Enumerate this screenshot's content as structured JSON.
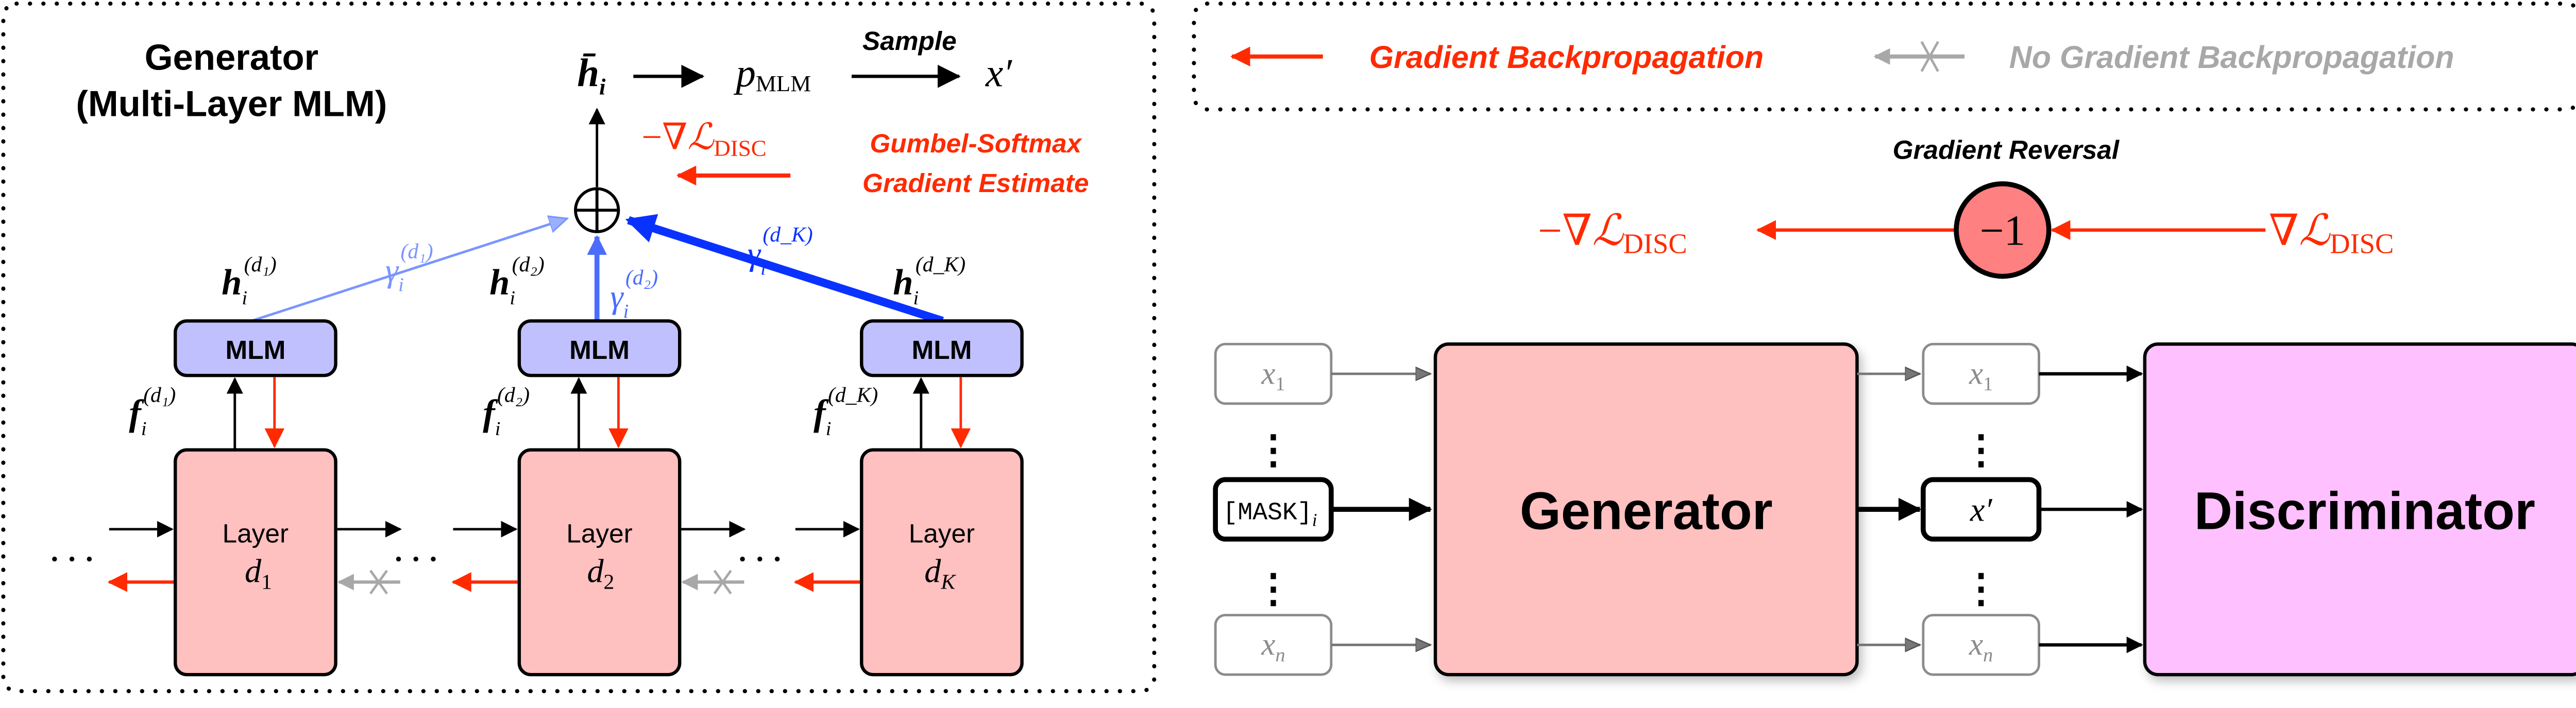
{
  "colors": {
    "gradient": "#ff2a00",
    "no_gradient": "#a8a8a8",
    "mlm_fill": "#c0c0ff",
    "layer_fill": "#ffc0c0",
    "generator_fill": "#ffc0c0",
    "discriminator_fill": "#ffc0ff",
    "reversal_fill": "#ff8080",
    "gamma_light": "#7a95ff",
    "gamma_mid": "#4a6cff",
    "gamma_strong": "#0a32ff",
    "token_gray": "#8c8c8c"
  },
  "left_panel": {
    "title_line1": "Generator",
    "title_line2": "(Multi-Layer MLM)",
    "top_flow": {
      "h_bar": "h̄",
      "h_bar_sub": "i",
      "p": "p",
      "p_sub": "MLM",
      "sample_label": "Sample",
      "x_prime": "x′"
    },
    "neg_grad": {
      "prefix": "−∇",
      "L": "ℒ",
      "sub": "DISC"
    },
    "gumbel_line1": "Gumbel-Softmax",
    "gumbel_line2": "Gradient Estimate",
    "sum_symbol": "⊕",
    "columns": [
      {
        "layer_word": "Layer",
        "layer_var": "d",
        "layer_sub": "1",
        "mlm_label": "MLM",
        "h": "h",
        "h_sub": "i",
        "h_sup": "(d₁)",
        "f": "f",
        "f_sub": "i",
        "f_sup": "(d₁)",
        "gamma": "γ",
        "gamma_sub": "i",
        "gamma_sup": "(d₁)"
      },
      {
        "layer_word": "Layer",
        "layer_var": "d",
        "layer_sub": "2",
        "mlm_label": "MLM",
        "h": "h",
        "h_sub": "i",
        "h_sup": "(d₂)",
        "f": "f",
        "f_sub": "i",
        "f_sup": "(d₂)",
        "gamma": "γ",
        "gamma_sub": "i",
        "gamma_sup": "(d₂)"
      },
      {
        "layer_word": "Layer",
        "layer_var": "d",
        "layer_sub": "K",
        "mlm_label": "MLM",
        "h": "h",
        "h_sub": "i",
        "h_sup": "(d_K)",
        "f": "f",
        "f_sub": "i",
        "f_sup": "(d_K)",
        "gamma": "γ",
        "gamma_sub": "i",
        "gamma_sup": "(d_K)"
      }
    ],
    "ellipsis": "· · ·"
  },
  "legend": {
    "gradient_label": "Gradient Backpropagation",
    "no_gradient_label": "No Gradient Backpropagation"
  },
  "right_panel": {
    "reversal_title": "Gradient Reversal",
    "reversal_value": "−1",
    "left_grad": {
      "prefix": "−∇",
      "L": "ℒ",
      "sub": "DISC"
    },
    "right_grad": {
      "prefix": "∇",
      "L": "ℒ",
      "sub": "DISC"
    },
    "generator_label": "Generator",
    "discriminator_label": "Discriminator",
    "inputs": [
      {
        "var": "x",
        "sub": "1",
        "style": "faded"
      },
      {
        "var": "[MASK]",
        "sub": "i",
        "style": "highlight"
      },
      {
        "var": "x",
        "sub": "n",
        "style": "faded"
      }
    ],
    "outputs": [
      {
        "var": "x",
        "sub": "1",
        "style": "faded"
      },
      {
        "var": "x′",
        "sub": "",
        "style": "highlight"
      },
      {
        "var": "x",
        "sub": "n",
        "style": "faded"
      }
    ],
    "vdots": "⋮"
  }
}
